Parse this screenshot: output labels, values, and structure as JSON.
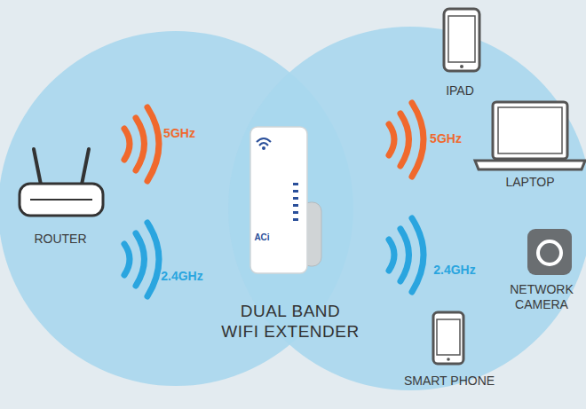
{
  "diagram": {
    "labels": [
      "5GHz",
      "ROUTER",
      "2.4GHz",
      "DUAL BAND WIFI EXTENDER",
      "5GHz",
      "2.4GHz",
      "IPAD",
      "LAPTOP",
      "NETWORK CAMERA",
      "SMART PHONE",
      "ACi"
    ]
  }
}
